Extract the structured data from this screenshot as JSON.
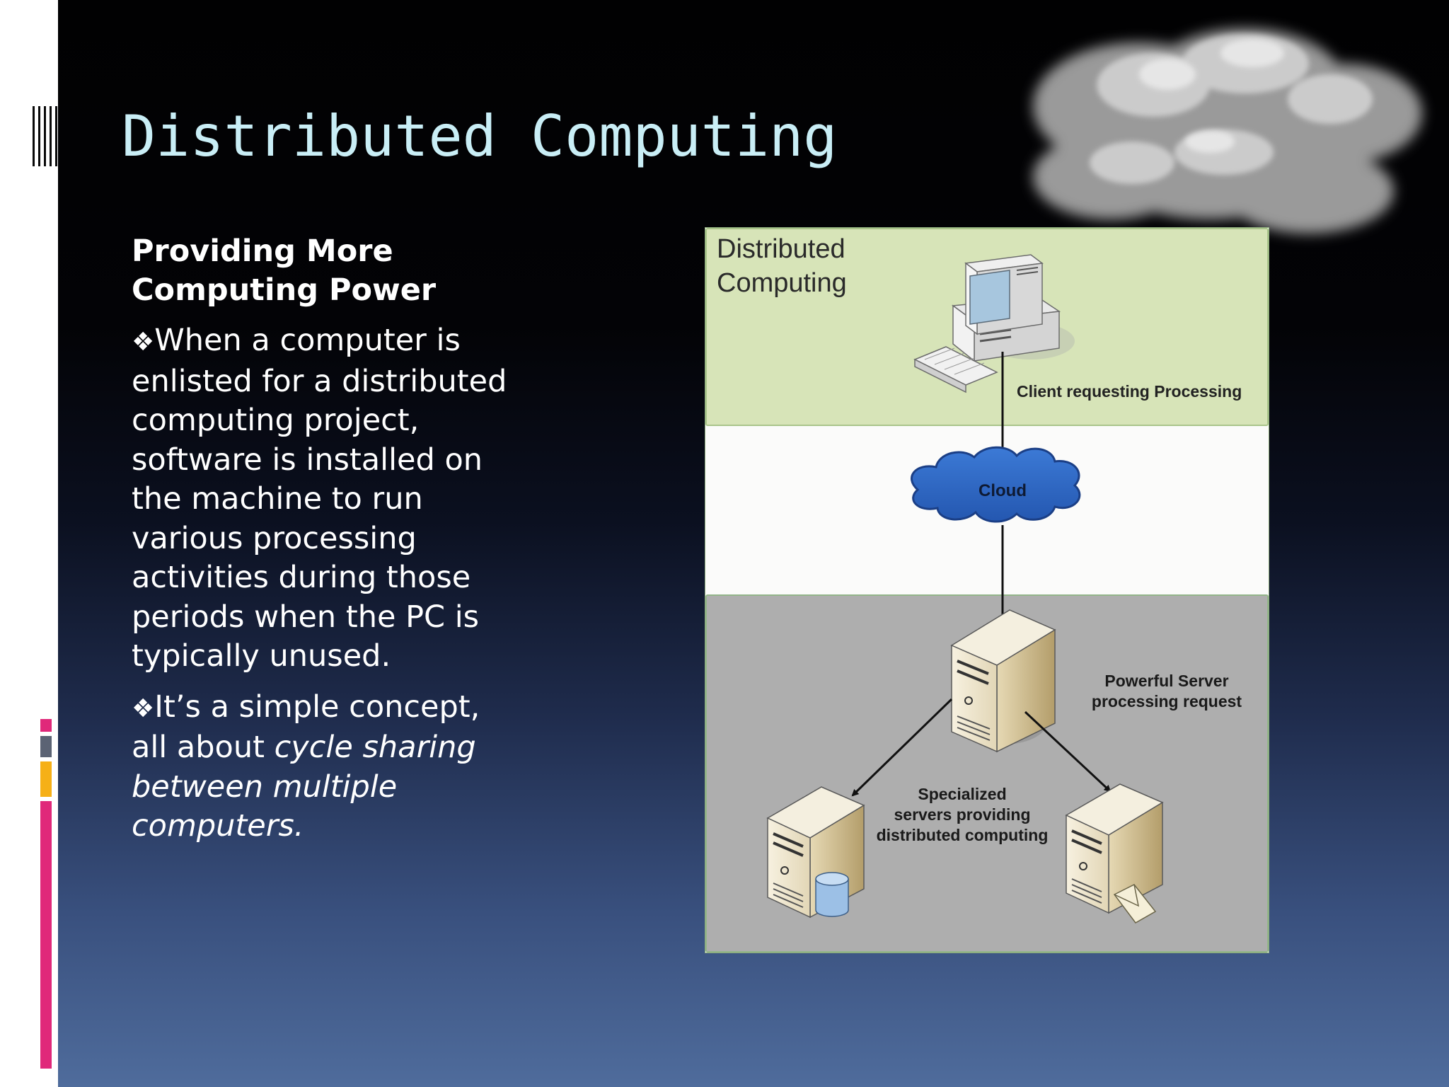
{
  "slide": {
    "title": "Distributed Computing",
    "subheading": "Providing More Computing Power",
    "bullet_glyph": "❖",
    "bullets": {
      "b1": "When a computer is enlisted for a distributed computing project, software is installed on the machine to run various processing activities during those periods when the PC is typically unused.",
      "b2_prefix": "It’s a simple concept, all about ",
      "b2_italic": "cycle sharing between multiple computers."
    }
  },
  "diagram": {
    "heading_line1": "Distributed",
    "heading_line2": "Computing",
    "client_label": "Client requesting Processing",
    "cloud_label": "Cloud",
    "server_label_line1": "Powerful Server",
    "server_label_line2": "processing request",
    "specialized_line1": "Specialized",
    "specialized_line2": "servers providing",
    "specialized_line3": "distributed computing"
  },
  "colors": {
    "title": "#c9eef6",
    "accent_pink": "#e0287a",
    "accent_gray": "#5b6374",
    "accent_yellow": "#f6b017",
    "diagram_top_band": "#d7e4b8",
    "diagram_bottom_band": "#aeaeae",
    "cloud_blue": "#2f6cc8"
  },
  "icons": [
    "computer-icon",
    "cloud-icon",
    "server-icon",
    "database-icon",
    "envelope-icon"
  ]
}
